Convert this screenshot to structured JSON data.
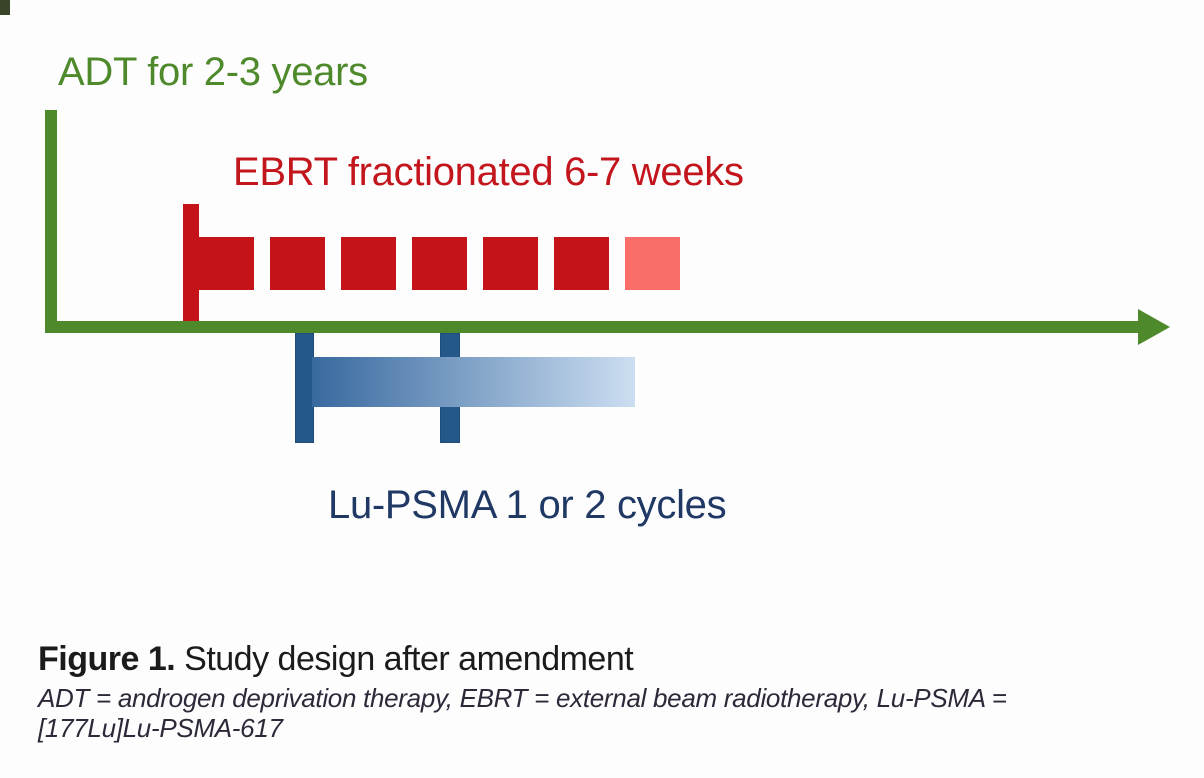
{
  "figure": {
    "adt_label": "ADT for 2-3 years",
    "ebrt_label": "EBRT fractionated 6-7 weeks",
    "lupsma_label": "Lu-PSMA 1 or 2 cycles",
    "ebrt_fraction_blocks": [
      "dark",
      "dark",
      "dark",
      "dark",
      "dark",
      "dark",
      "light"
    ],
    "lupsma_cycle_count": 2,
    "caption_bold": "Figure 1.",
    "caption_text": " Study design after amendment",
    "footnote_line1": "ADT = androgen deprivation therapy, EBRT = external beam radiotherapy, Lu-PSMA =",
    "footnote_line2": "[177Lu]Lu-PSMA-617",
    "colors": {
      "green": "#4E8A2B",
      "red": "#C3161C",
      "red_block_dark": "#C5131A",
      "red_block_light": "#FA6E69",
      "blue_marker": "#24578A",
      "blue_marker_edge": "#1E4E7C",
      "blue_gradient_start": "#38699F",
      "blue_gradient_end": "#CCDEF1",
      "navy_text": "#1F3864",
      "caption_color": "#1B1B1B",
      "footnote_color": "#2E2838"
    }
  }
}
